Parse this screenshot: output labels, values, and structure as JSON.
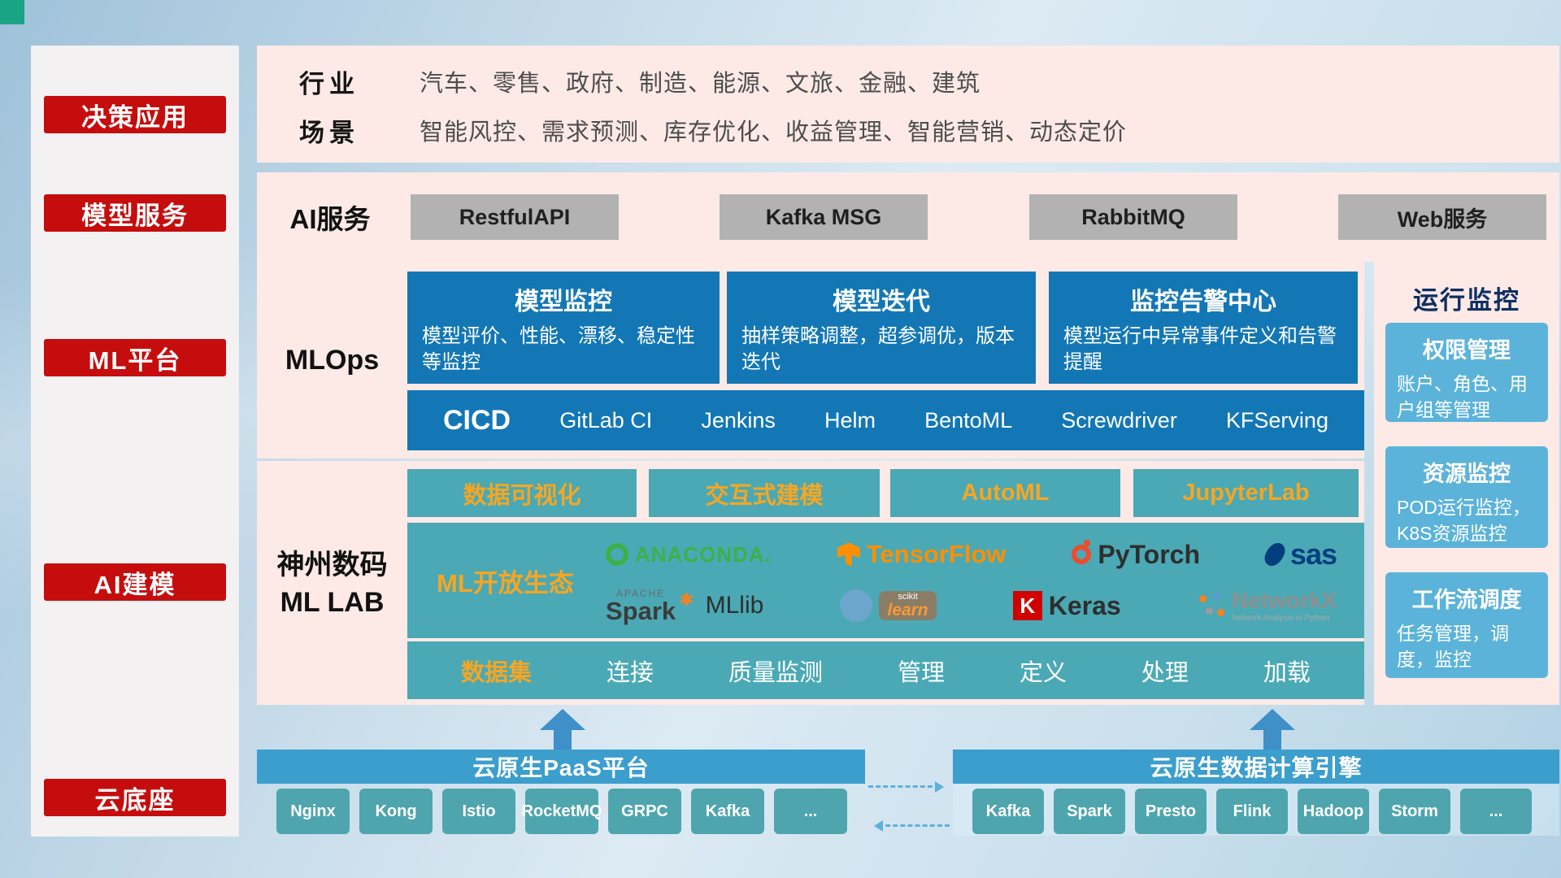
{
  "sidebar": {
    "items": [
      "决策应用",
      "模型服务",
      "ML平台",
      "AI建模",
      "云底座"
    ]
  },
  "industry": {
    "rows": [
      {
        "label": "行业",
        "text": "汽车、零售、政府、制造、能源、文旅、金融、建筑"
      },
      {
        "label": "场景",
        "text": "智能风控、需求预测、库存优化、收益管理、智能营销、动态定价"
      }
    ]
  },
  "ai_service": {
    "label": "AI服务",
    "buttons": [
      "RestfulAPI",
      "Kafka MSG",
      "RabbitMQ",
      "Web服务"
    ]
  },
  "mlops": {
    "label": "MLOps",
    "cards": [
      {
        "title": "模型监控",
        "desc": "模型评价、性能、漂移、稳定性等监控"
      },
      {
        "title": "模型迭代",
        "desc": "抽样策略调整，超参调优，版本迭代"
      },
      {
        "title": "监控告警中心",
        "desc": "模型运行中异常事件定义和告警提醒"
      }
    ],
    "cicd": {
      "label": "CICD",
      "items": [
        "GitLab CI",
        "Jenkins",
        "Helm",
        "BentoML",
        "Screwdriver",
        "KFServing"
      ]
    }
  },
  "mllab": {
    "label_line1": "神州数码",
    "label_line2": "ML LAB",
    "tabs": [
      "数据可视化",
      "交互式建模",
      "AutoML",
      "JupyterLab"
    ],
    "ecosystem": {
      "label": "ML开放生态",
      "logos": {
        "anaconda": "ANACONDA.",
        "tensorflow": "TensorFlow",
        "pytorch": "PyTorch",
        "sas": "sas",
        "apache": "APACHE",
        "spark": "Spark",
        "star": "✱",
        "mllib": "MLlib",
        "scikit": "scikit",
        "learn": "learn",
        "keras_k": "K",
        "keras": "Keras",
        "networkx": "NetworkX",
        "networkx_sub": "Network Analysis in Python"
      }
    },
    "data_row": [
      "数据集",
      "连接",
      "质量监测",
      "管理",
      "定义",
      "处理",
      "加载"
    ]
  },
  "monitor": {
    "title": "运行监控",
    "cards": [
      {
        "title": "权限管理",
        "desc": "账户、角色、用户组等管理"
      },
      {
        "title": "资源监控",
        "desc": "POD运行监控，K8S资源监控"
      },
      {
        "title": "工作流调度",
        "desc": "任务管理，调度，监控"
      }
    ]
  },
  "bottom": {
    "paas": {
      "title": "云原生PaaS平台",
      "items": [
        "Nginx",
        "Kong",
        "Istio",
        "RocketMQ",
        "GRPC",
        "Kafka",
        "..."
      ]
    },
    "engine": {
      "title": "云原生数据计算引擎",
      "items": [
        "Kafka",
        "Spark",
        "Presto",
        "Flink",
        "Hadoop",
        "Storm",
        "..."
      ]
    }
  },
  "colors": {
    "accent_red": "#c50d0d",
    "deep_blue": "#1377b5",
    "teal": "#4aa9b5",
    "light_blue_card": "#5bb3d9",
    "bar_blue": "#3b9ecd",
    "orange": "#f6a623",
    "panel_pink": "#fdeae6",
    "gray_button": "#b2b2b2"
  }
}
